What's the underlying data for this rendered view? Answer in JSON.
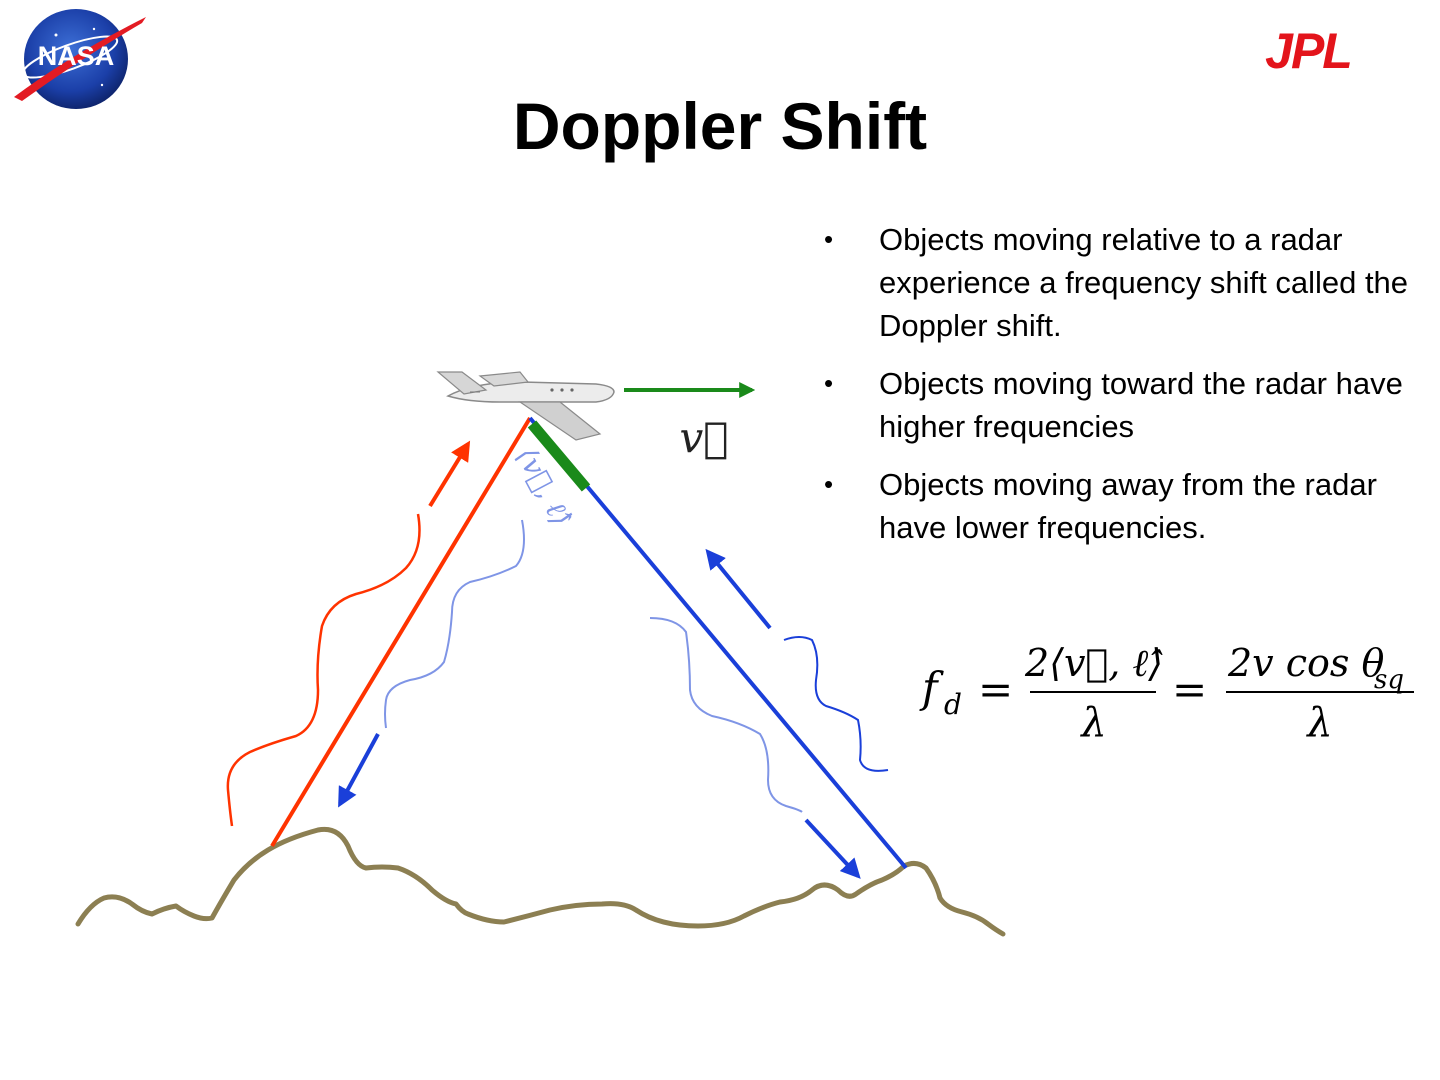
{
  "slide": {
    "title": "Doppler Shift",
    "logos": {
      "left": {
        "name": "NASA",
        "text": "NASA",
        "icon": "nasa-meatball-logo-icon"
      },
      "right": {
        "name": "JPL",
        "text": "JPL",
        "icon": "jpl-logo-icon",
        "color": "#e3141b"
      }
    },
    "bullets": [
      "Objects moving relative to a radar experience a frequency shift called the Doppler shift.",
      "Objects moving toward the radar have higher frequencies",
      "Objects moving away from the radar have lower frequencies."
    ],
    "bullet_symbol": "•",
    "diagram": {
      "velocity_label": "v⃗",
      "projection_label": "⟨v⃗, ℓ̂⟩",
      "colors": {
        "outgoing": "#ff3300",
        "return": "#1a3fd9",
        "velocity": "#1a8a1a",
        "ground": "#8c7f52",
        "wave_light": "#7f95e6"
      }
    },
    "formula": {
      "lhs": "f",
      "lhs_sub": "d",
      "equals": "=",
      "frac1_num": "2⟨v⃗, ℓ̂⟩",
      "frac1_den": "λ",
      "frac2_num_pre": "2v cos θ",
      "frac2_num_sub": "sq",
      "frac2_den": "λ"
    }
  }
}
